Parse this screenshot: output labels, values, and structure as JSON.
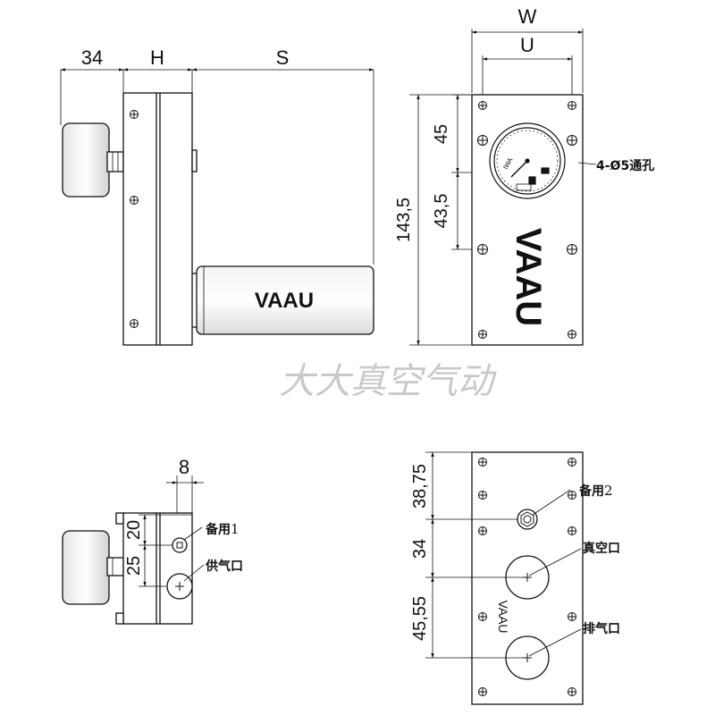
{
  "top_dims": {
    "left": "34",
    "mid": "H",
    "right": "S"
  },
  "front_dims": {
    "width_outer": "W",
    "width_inner": "U",
    "height": "143,5",
    "upper": "45",
    "lower": "43,5"
  },
  "hole_label": "4-Ø5通孔",
  "brand": "VAAU",
  "watermark": "大大真空气动",
  "gauge_brand": "IWA",
  "side_bottom": {
    "dim_top": "8",
    "dim_a": "20",
    "dim_b": "25",
    "port1": "备用",
    "port1_num": "1",
    "port2": "供气口"
  },
  "back_view": {
    "dim_a": "38,75",
    "dim_b": "34",
    "dim_c": "45,55",
    "port_spare": "备用",
    "port_spare_num": "2",
    "port_vacuum": "真空口",
    "port_exhaust": "排气口"
  },
  "colors": {
    "line": "#111111",
    "body_fill": "#ffffff",
    "watermark": "#c9c9c9"
  }
}
